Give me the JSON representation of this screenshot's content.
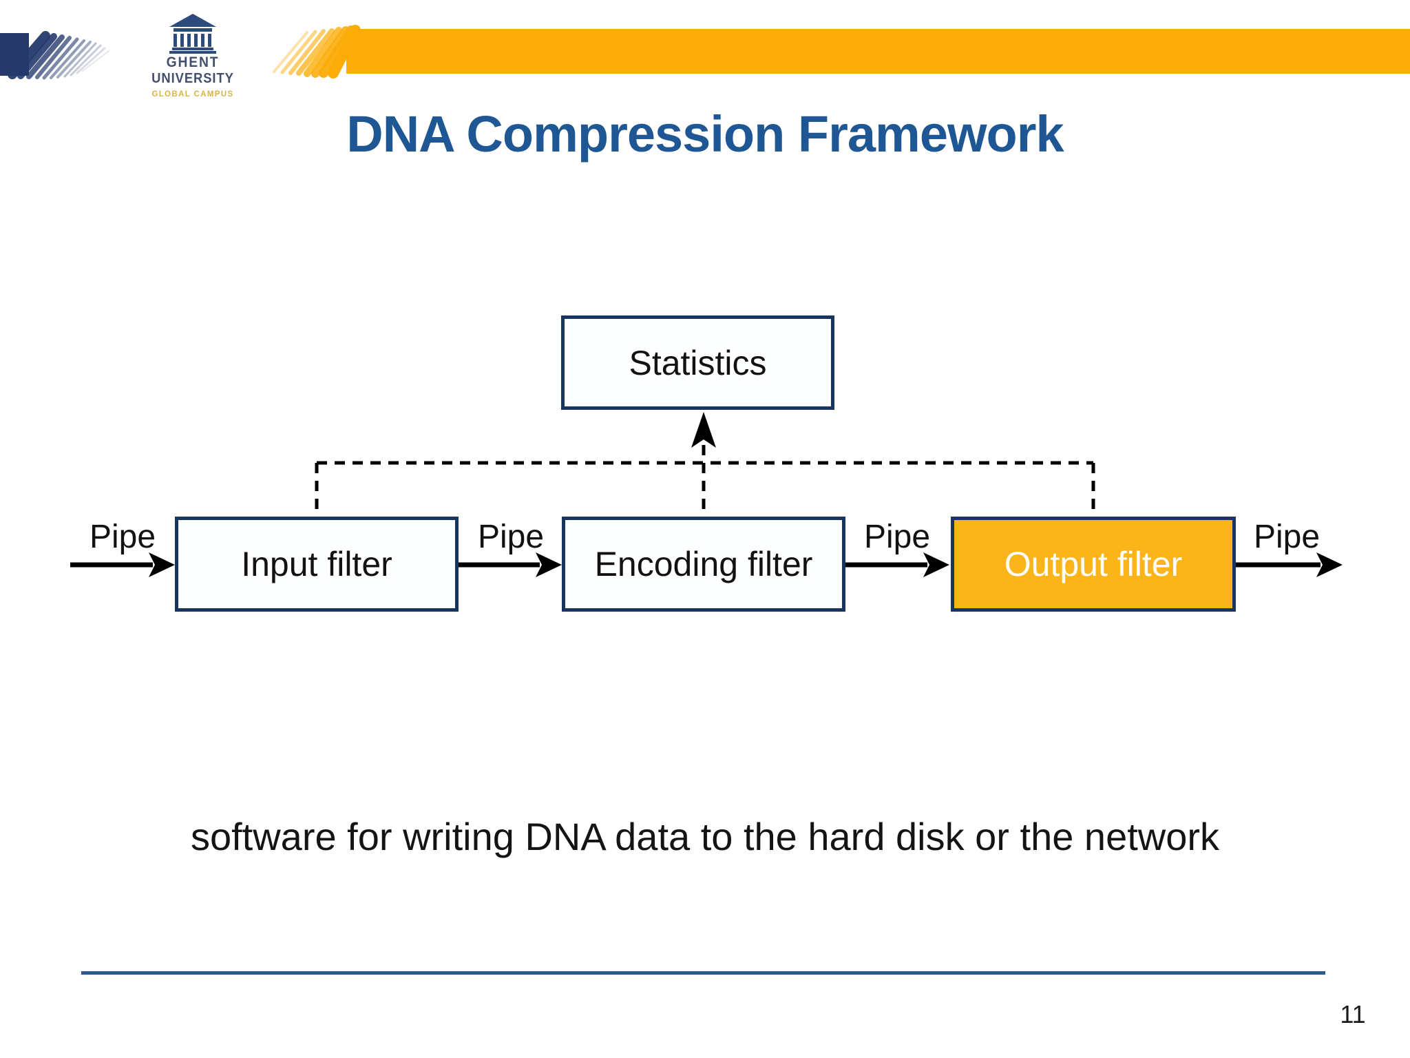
{
  "slide": {
    "title": "DNA Compression Framework",
    "caption": "software for writing DNA data to the hard disk or the network",
    "page_number": "11"
  },
  "logo": {
    "line1": "GHENT",
    "line2": "UNIVERSITY",
    "line3": "GLOBAL CAMPUS"
  },
  "diagram": {
    "statistics_label": "Statistics",
    "input_label": "Input filter",
    "encoding_label": "Encoding filter",
    "output_label": "Output filter",
    "pipe_labels": [
      "Pipe",
      "Pipe",
      "Pipe",
      "Pipe"
    ],
    "flow": "Pipe -> Input filter -> Pipe -> Encoding filter -> Pipe -> Output filter -> Pipe",
    "dashed_links": "Input filter, Encoding filter and Output filter report to Statistics"
  },
  "colors": {
    "title_blue": "#1f5795",
    "box_border": "#17355e",
    "output_fill": "#fbb41a",
    "gold_bar": "#fbac08",
    "gold_light": "#d9b445",
    "brush_navy": "#253a6b",
    "logo_blue": "#2c4a7c",
    "rule_blue": "#2e5a8f"
  }
}
